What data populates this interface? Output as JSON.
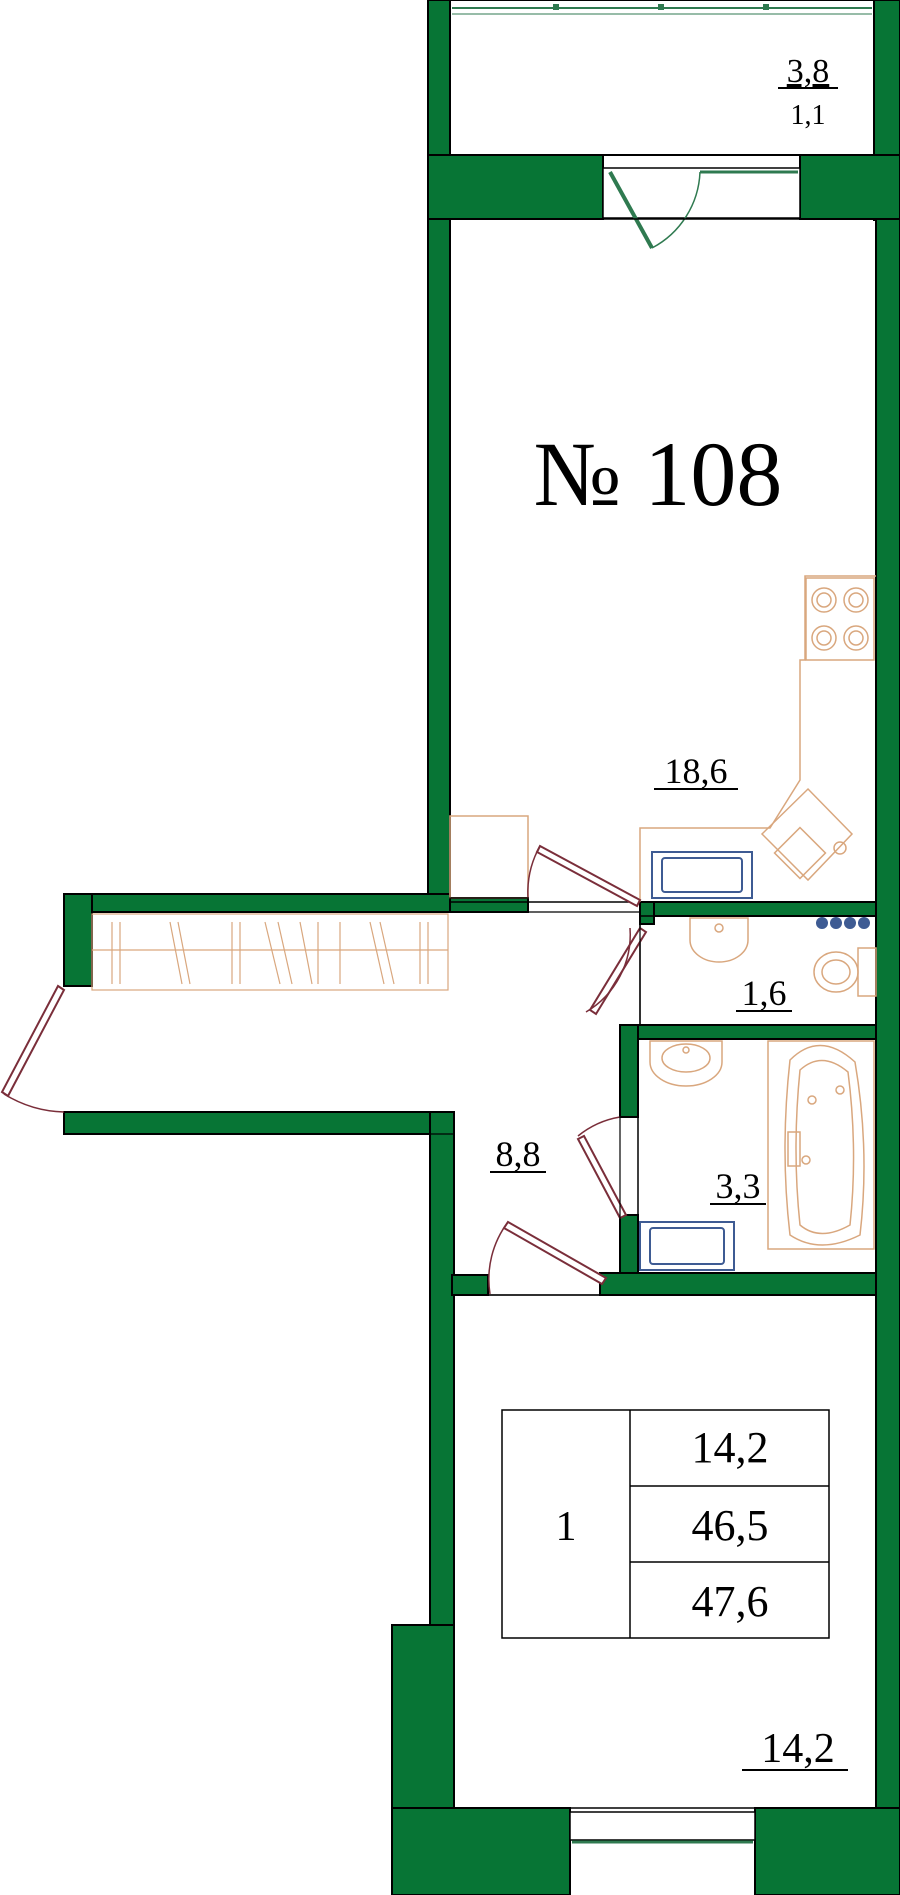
{
  "colors": {
    "wall": "#077535",
    "outline": "#000000",
    "furniture": "#D9A77E",
    "fixture_blue": "#3E5B93",
    "door": "#7A2E3A",
    "window": "#2F7A50"
  },
  "apartment": {
    "number_label": "№ 108"
  },
  "rooms": {
    "balcony_area": "3,8",
    "balcony_coef": "1,1",
    "kitchen_living_area": "18,6",
    "wc_area": "1,6",
    "bathroom_area": "3,3",
    "hall_area": "8,8",
    "bedroom_area": "14,2"
  },
  "summary_table": {
    "rooms_count": "1",
    "living_area": "14,2",
    "total_area": "46,5",
    "total_with_balcony": "47,6"
  },
  "icons": [
    "stove-icon",
    "sink-icon",
    "washbasin-icon",
    "toilet-icon",
    "bathtub-icon",
    "wardrobe-icon",
    "door-icon",
    "window-icon"
  ]
}
